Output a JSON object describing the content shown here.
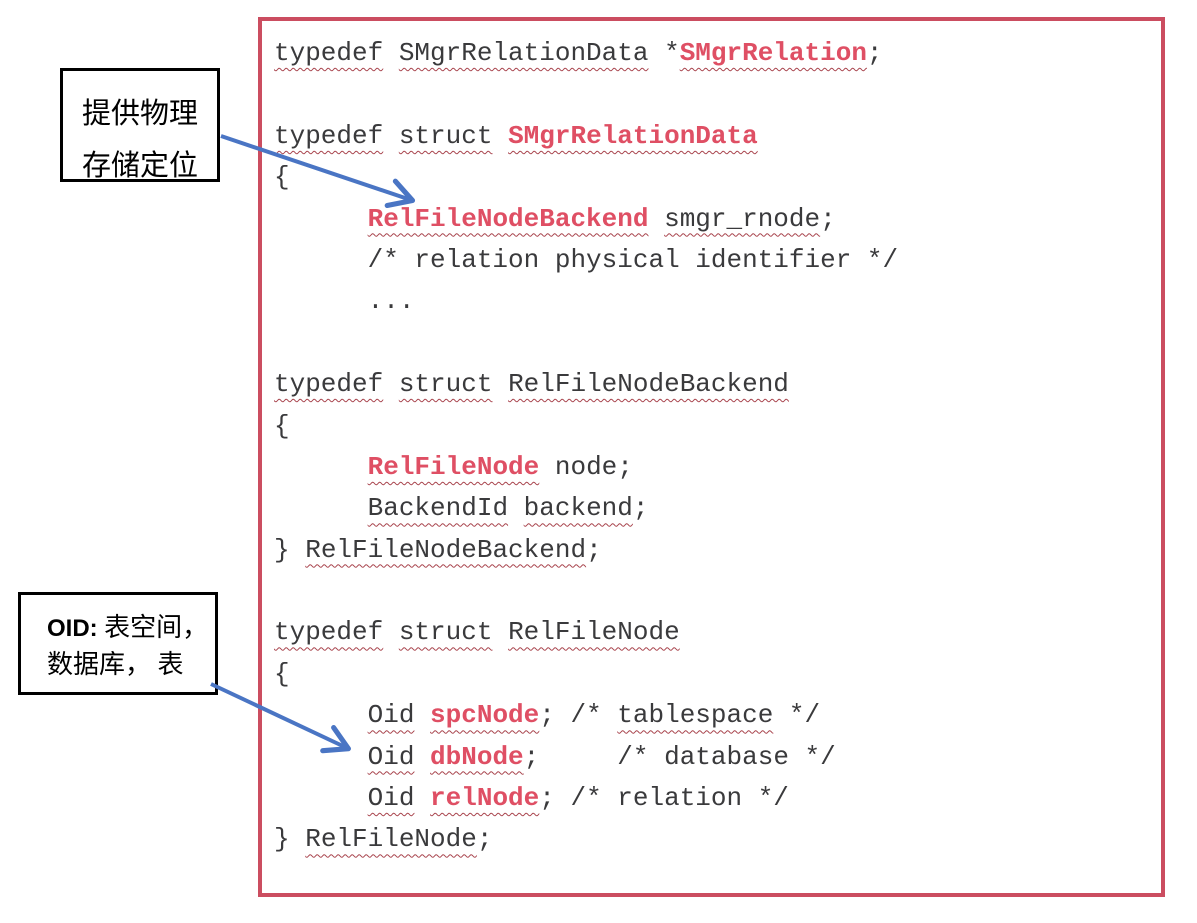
{
  "colors": {
    "border_red": "#cb4d60",
    "bold_red": "#df4f64",
    "wavy_underline_red": "#a8434c",
    "code_text": "#3a3a3c",
    "arrow_blue": "#4a75c4",
    "note_border": "#000000"
  },
  "annotations": {
    "storage_note": {
      "line1": "提供物理",
      "line2": "存储定位"
    },
    "oid_note": {
      "prefix": "OID:",
      "line1_rest": " 表空间，",
      "line2": "数据库， 表"
    }
  },
  "code": {
    "lines": [
      [
        {
          "t": "typedef",
          "s": "u"
        },
        {
          "t": " ",
          "s": ""
        },
        {
          "t": "SMgrRelationData",
          "s": "u"
        },
        {
          "t": " *",
          "s": ""
        },
        {
          "t": "SMgrRelation",
          "s": "bu"
        },
        {
          "t": ";",
          "s": ""
        }
      ],
      [],
      [
        {
          "t": "typedef",
          "s": "u"
        },
        {
          "t": " ",
          "s": ""
        },
        {
          "t": "struct",
          "s": "u"
        },
        {
          "t": " ",
          "s": ""
        },
        {
          "t": "SMgrRelationData",
          "s": "bu"
        }
      ],
      [
        {
          "t": "{",
          "s": ""
        }
      ],
      [
        {
          "t": "      ",
          "s": ""
        },
        {
          "t": "RelFileNodeBackend",
          "s": "bu"
        },
        {
          "t": " ",
          "s": ""
        },
        {
          "t": "smgr_rnode",
          "s": "u"
        },
        {
          "t": ";",
          "s": ""
        }
      ],
      [
        {
          "t": "      /* relation physical identifier */",
          "s": ""
        }
      ],
      [
        {
          "t": "      ...",
          "s": ""
        }
      ],
      [],
      [
        {
          "t": "typedef",
          "s": "u"
        },
        {
          "t": " ",
          "s": ""
        },
        {
          "t": "struct",
          "s": "u"
        },
        {
          "t": " ",
          "s": ""
        },
        {
          "t": "RelFileNodeBackend",
          "s": "u"
        }
      ],
      [
        {
          "t": "{",
          "s": ""
        }
      ],
      [
        {
          "t": "      ",
          "s": ""
        },
        {
          "t": "RelFileNode",
          "s": "bu"
        },
        {
          "t": " node;",
          "s": ""
        }
      ],
      [
        {
          "t": "      ",
          "s": ""
        },
        {
          "t": "BackendId",
          "s": "u"
        },
        {
          "t": " ",
          "s": ""
        },
        {
          "t": "backend",
          "s": "u"
        },
        {
          "t": ";",
          "s": ""
        }
      ],
      [
        {
          "t": "} ",
          "s": ""
        },
        {
          "t": "RelFileNodeBackend",
          "s": "u"
        },
        {
          "t": ";",
          "s": ""
        }
      ],
      [],
      [
        {
          "t": "typedef",
          "s": "u"
        },
        {
          "t": " ",
          "s": ""
        },
        {
          "t": "struct",
          "s": "u"
        },
        {
          "t": " ",
          "s": ""
        },
        {
          "t": "RelFileNode",
          "s": "u"
        }
      ],
      [
        {
          "t": "{",
          "s": ""
        }
      ],
      [
        {
          "t": "      ",
          "s": ""
        },
        {
          "t": "Oid",
          "s": "u"
        },
        {
          "t": " ",
          "s": ""
        },
        {
          "t": "spcNode",
          "s": "bu"
        },
        {
          "t": "; /* ",
          "s": ""
        },
        {
          "t": "tablespace",
          "s": "u"
        },
        {
          "t": " */",
          "s": ""
        }
      ],
      [
        {
          "t": "      ",
          "s": ""
        },
        {
          "t": "Oid",
          "s": "u"
        },
        {
          "t": " ",
          "s": ""
        },
        {
          "t": "dbNode",
          "s": "bu"
        },
        {
          "t": ";     /* database */",
          "s": ""
        }
      ],
      [
        {
          "t": "      ",
          "s": ""
        },
        {
          "t": "Oid",
          "s": "u"
        },
        {
          "t": " ",
          "s": ""
        },
        {
          "t": "relNode",
          "s": "bu"
        },
        {
          "t": "; /* relation */",
          "s": ""
        }
      ],
      [
        {
          "t": "} ",
          "s": ""
        },
        {
          "t": "RelFileNode",
          "s": "u"
        },
        {
          "t": ";",
          "s": ""
        }
      ]
    ]
  }
}
